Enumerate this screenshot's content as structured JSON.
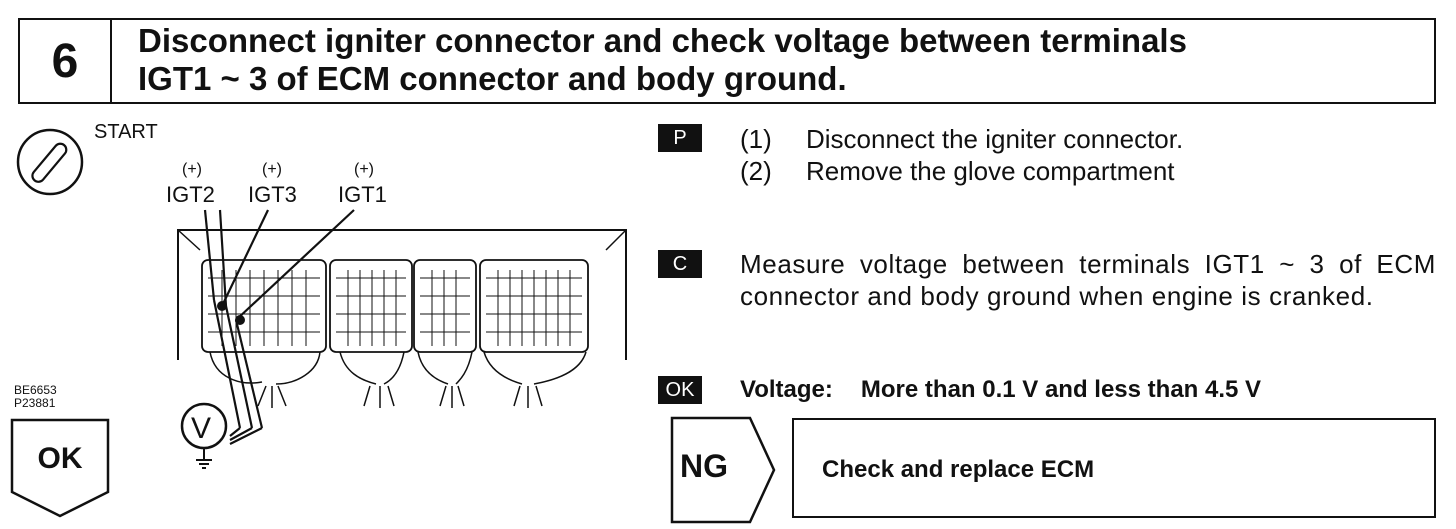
{
  "header": {
    "step_number": "6",
    "title_line1": "Disconnect igniter connector and check voltage between terminals",
    "title_line2": "IGT1 ~ 3 of ECM connector and body ground."
  },
  "diagram": {
    "ignition_label": "START",
    "terminals": [
      {
        "sign": "(+)",
        "name": "IGT2"
      },
      {
        "sign": "(+)",
        "name": "IGT3"
      },
      {
        "sign": "(+)",
        "name": "IGT1"
      }
    ],
    "meter_symbol": "V",
    "code_line1": "BE6653",
    "code_line2": "P23881",
    "icons": [
      "ignition-switch-icon",
      "ecm-connector-icon",
      "voltmeter-icon",
      "ground-icon"
    ]
  },
  "ok_left_label": "OK",
  "procedure": {
    "p_tag": "P",
    "steps": [
      {
        "num": "(1)",
        "text": "Disconnect the igniter connector."
      },
      {
        "num": "(2)",
        "text": "Remove the glove compartment"
      }
    ],
    "c_tag": "C",
    "check_text": "Measure voltage between terminals IGT1 ~ 3 of ECM connector and body ground when engine is cranked.",
    "ok_tag": "OK",
    "voltage_key": "Voltage:",
    "voltage_value": "More than 0.1 V and less than 4.5 V"
  },
  "ng": {
    "label": "NG",
    "action": "Check and replace ECM"
  }
}
